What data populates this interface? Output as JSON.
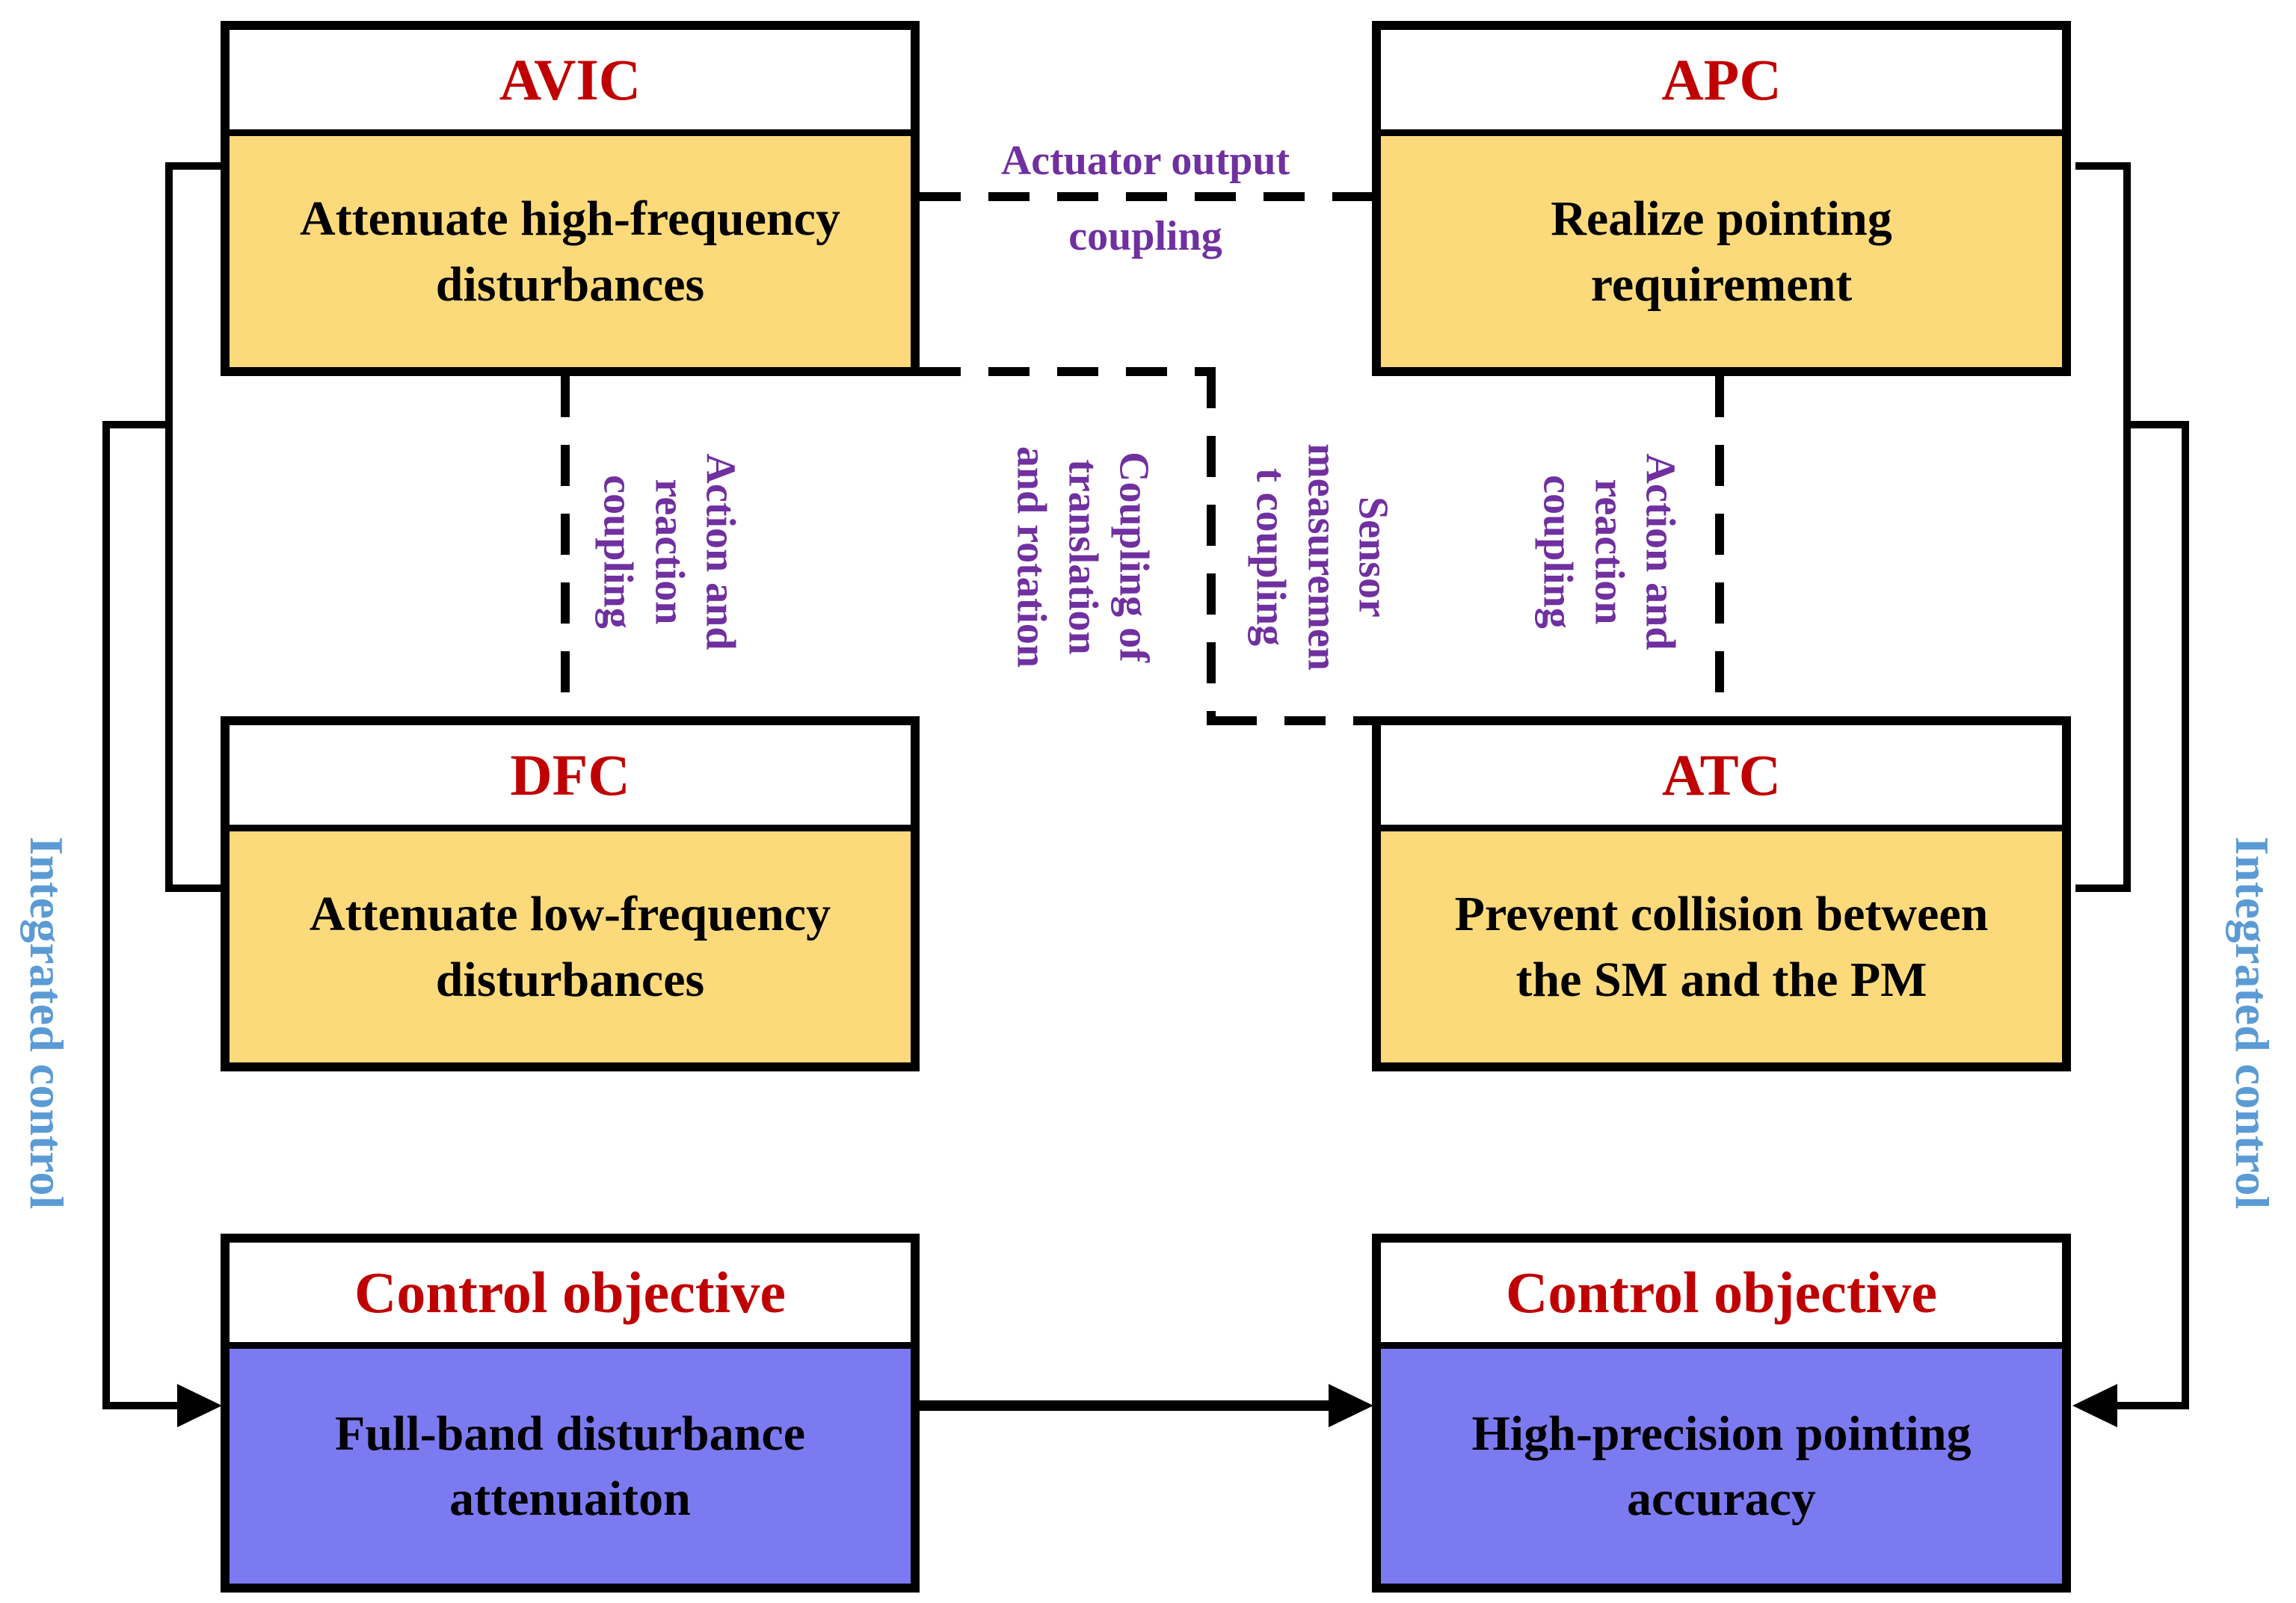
{
  "colors": {
    "title_red": "#C00000",
    "body_yellow": "#FCDA7B",
    "body_blue": "#7C7AF0",
    "coupling_purple": "#7030A0",
    "integrated_blue": "#5B9BD5",
    "line_black": "#000000"
  },
  "boxes": {
    "avic": {
      "title": "AVIC",
      "body": [
        "Attenuate high-frequency",
        "disturbances"
      ]
    },
    "apc": {
      "title": "APC",
      "body": [
        "Realize pointing",
        "requirement"
      ]
    },
    "dfc": {
      "title": "DFC",
      "body": [
        "Attenuate low-frequency",
        "disturbances"
      ]
    },
    "atc": {
      "title": "ATC",
      "body": [
        "Prevent collision between",
        "the SM and the PM"
      ]
    },
    "objective_left": {
      "title": "Control objective",
      "body": [
        "Full-band disturbance",
        "attenuaiton"
      ]
    },
    "objective_right": {
      "title": "Control objective",
      "body": [
        "High-precision pointing",
        "accuracy"
      ]
    }
  },
  "couplings": {
    "actuator_output": [
      "Actuator output",
      "coupling"
    ],
    "action_reaction_left": [
      "Action and",
      "reaction",
      "coupling"
    ],
    "translation_rotation": [
      "Coupling of",
      "translation",
      "and rotation"
    ],
    "sensor_measurement": [
      "Sensor",
      "measuremen",
      "t coupling"
    ],
    "action_reaction_right": [
      "Action and",
      "reaction",
      "coupling"
    ]
  },
  "integrated_control": {
    "left": "Integrated control",
    "right": "Integrated control"
  }
}
